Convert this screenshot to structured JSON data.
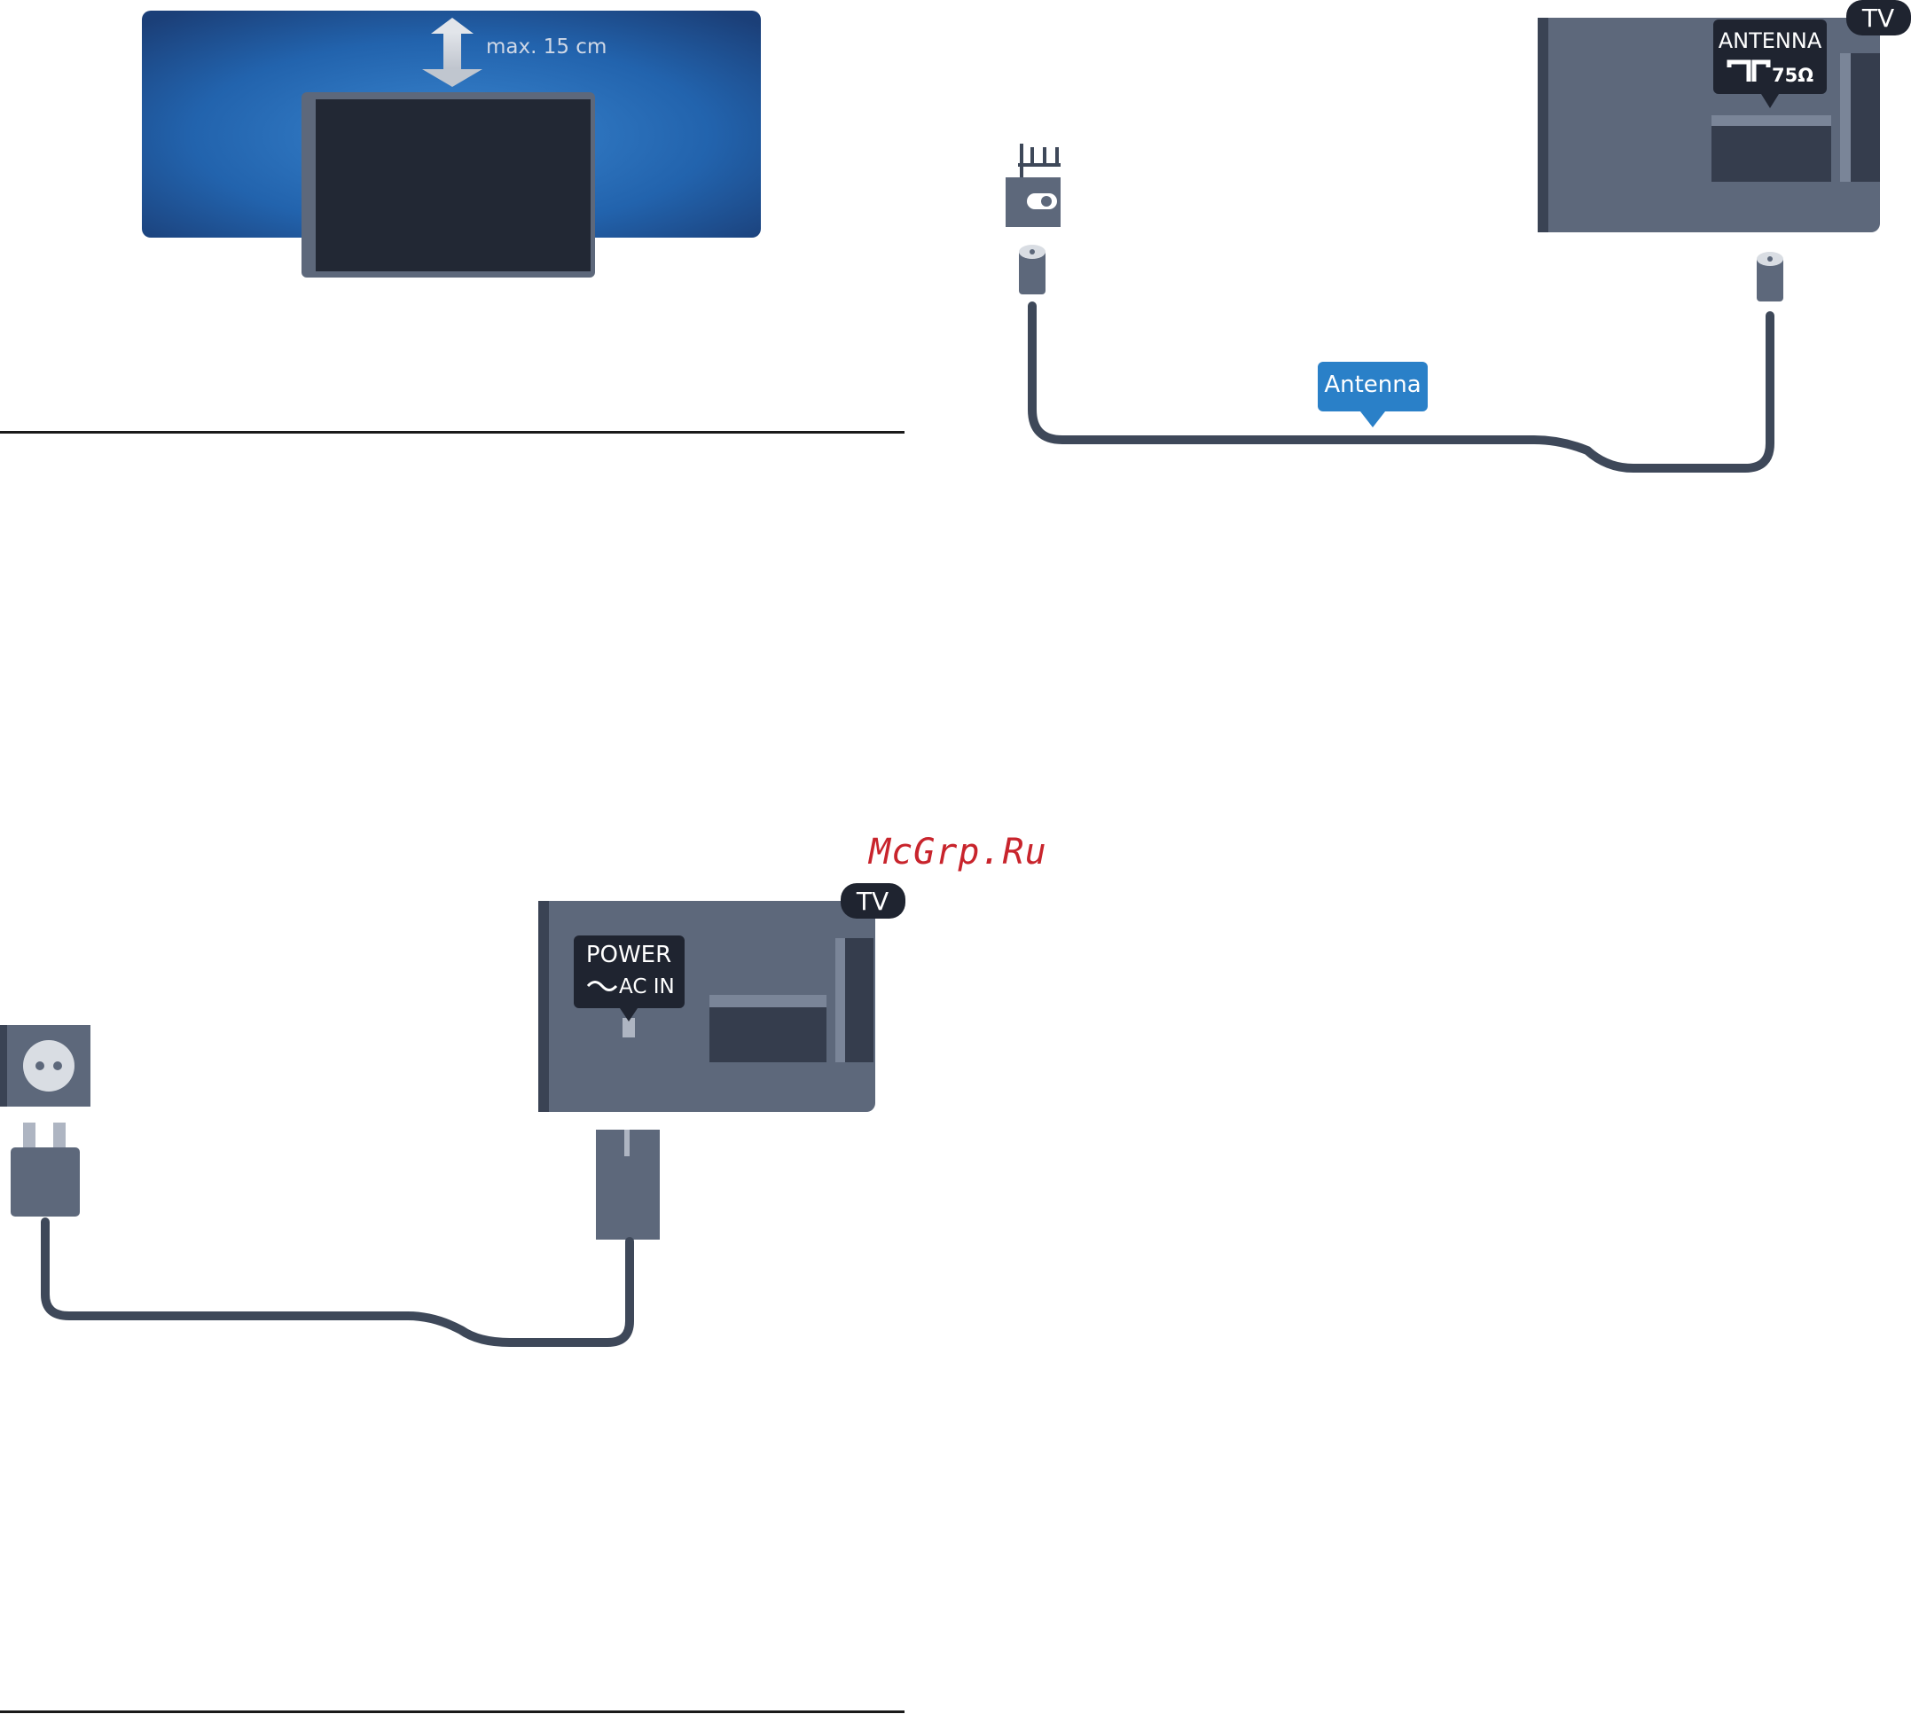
{
  "wall_mount": {
    "distance_label": "max. 15 cm"
  },
  "antenna_diagram": {
    "tv_badge": "TV",
    "port_label": "ANTENNA",
    "port_spec": "75Ω",
    "cable_label": "Antenna"
  },
  "power_diagram": {
    "tv_badge": "TV",
    "port_label": "POWER",
    "port_sub": "AC IN"
  },
  "watermark": "McGrp.Ru",
  "colors": {
    "tv_body": "#5d687b",
    "dark_panel": "#353d4d",
    "cable": "#3e4859",
    "callout_blue": "#2a80c8",
    "wall_blue": "#2065b0",
    "screen": "#222834",
    "badge": "#1f2430"
  }
}
